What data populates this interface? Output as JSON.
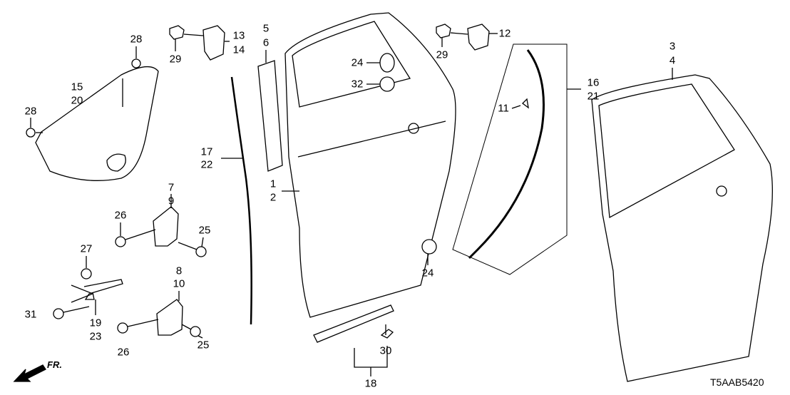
{
  "diagram_code": "T5AAB5420",
  "front_indicator": "FR.",
  "callouts": [
    {
      "id": "c28a",
      "text": "28"
    },
    {
      "id": "c15",
      "text": "15"
    },
    {
      "id": "c20",
      "text": "20"
    },
    {
      "id": "c28b",
      "text": "28"
    },
    {
      "id": "c29a",
      "text": "29"
    },
    {
      "id": "c13",
      "text": "13"
    },
    {
      "id": "c14",
      "text": "14"
    },
    {
      "id": "c5",
      "text": "5"
    },
    {
      "id": "c6",
      "text": "6"
    },
    {
      "id": "c17",
      "text": "17"
    },
    {
      "id": "c22",
      "text": "22"
    },
    {
      "id": "c7",
      "text": "7"
    },
    {
      "id": "c9",
      "text": "9"
    },
    {
      "id": "c26a",
      "text": "26"
    },
    {
      "id": "c25a",
      "text": "25"
    },
    {
      "id": "c27",
      "text": "27"
    },
    {
      "id": "c8",
      "text": "8"
    },
    {
      "id": "c10",
      "text": "10"
    },
    {
      "id": "c31",
      "text": "31"
    },
    {
      "id": "c19",
      "text": "19"
    },
    {
      "id": "c23",
      "text": "23"
    },
    {
      "id": "c26b",
      "text": "26"
    },
    {
      "id": "c25b",
      "text": "25"
    },
    {
      "id": "c1",
      "text": "1"
    },
    {
      "id": "c2",
      "text": "2"
    },
    {
      "id": "c24a",
      "text": "24"
    },
    {
      "id": "c32",
      "text": "32"
    },
    {
      "id": "c29b",
      "text": "29"
    },
    {
      "id": "c12",
      "text": "12"
    },
    {
      "id": "c11",
      "text": "11"
    },
    {
      "id": "c16",
      "text": "16"
    },
    {
      "id": "c21",
      "text": "21"
    },
    {
      "id": "c24b",
      "text": "24"
    },
    {
      "id": "c3",
      "text": "3"
    },
    {
      "id": "c4",
      "text": "4"
    },
    {
      "id": "c30",
      "text": "30"
    },
    {
      "id": "c18",
      "text": "18"
    }
  ]
}
